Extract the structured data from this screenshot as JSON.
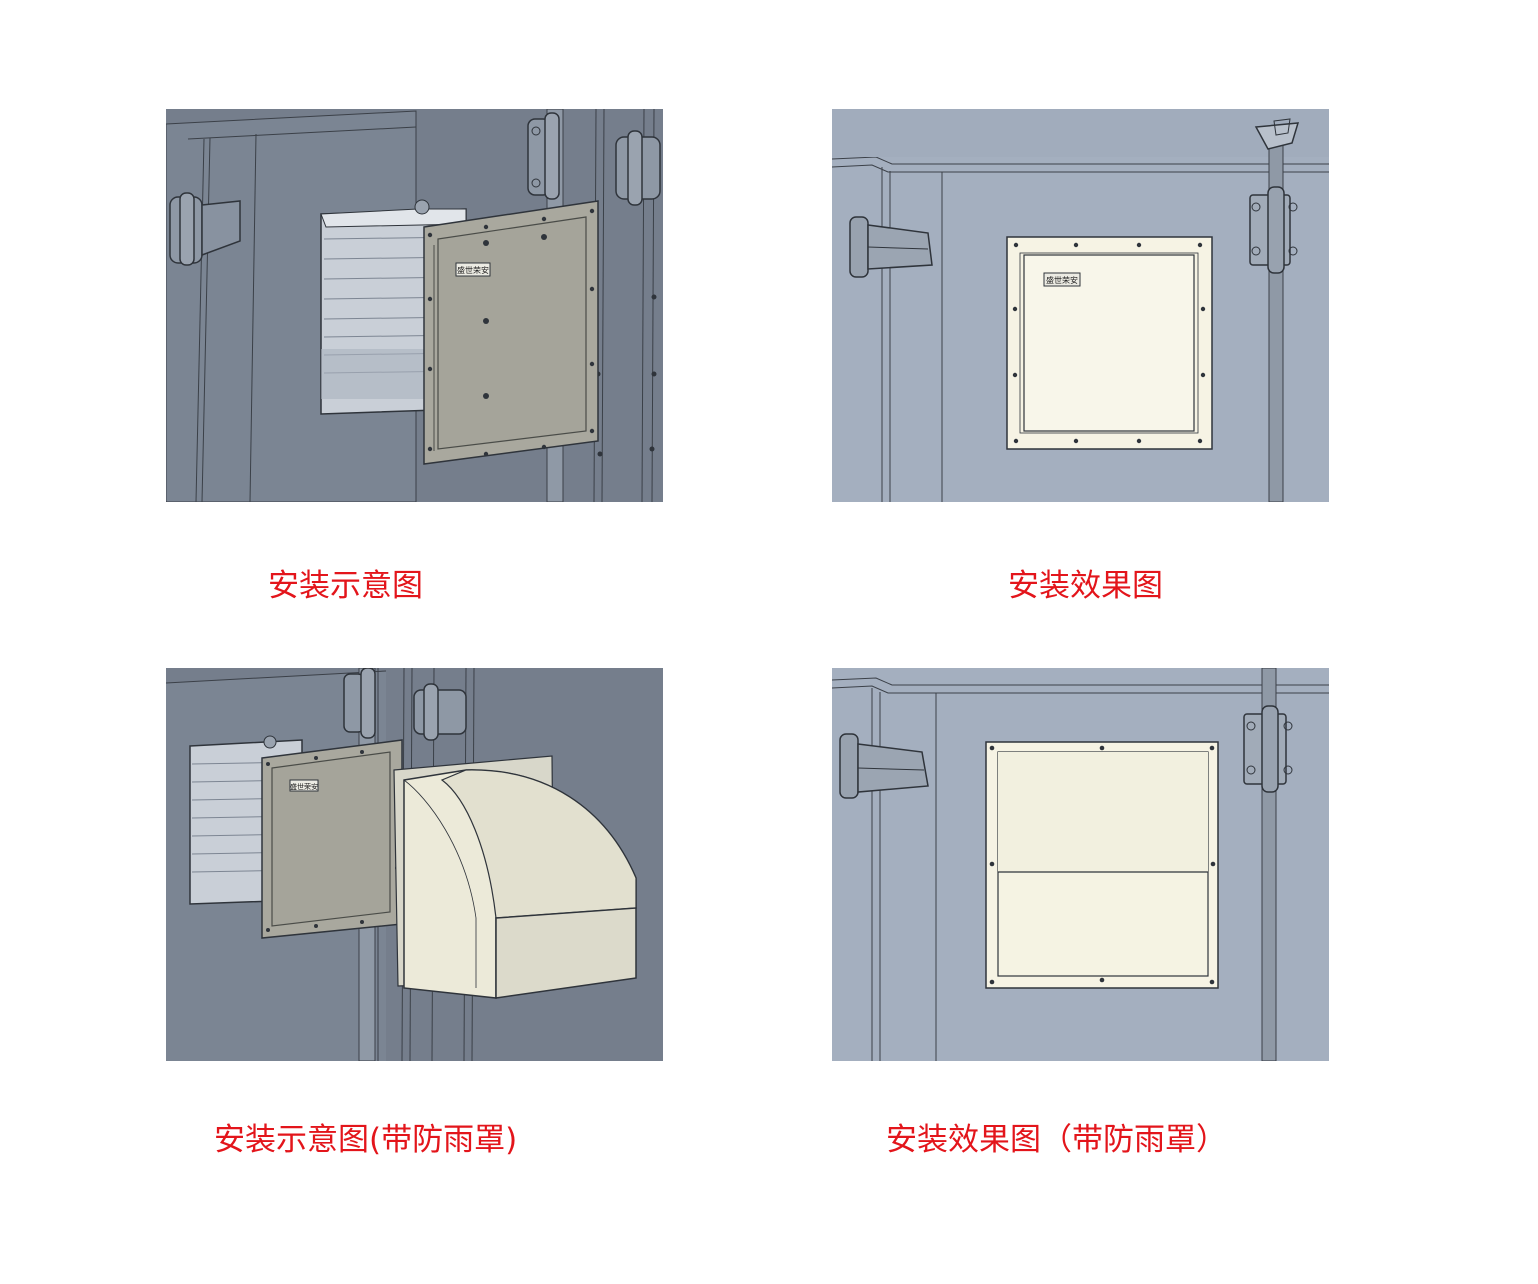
{
  "colors": {
    "caption_red": "#e3151b",
    "dark_wall": "#767f8d",
    "light_wall": "#a4afbf",
    "cream_panel": "#f6f3e4",
    "metal_grey": "#a7a69c"
  },
  "panels": [
    {
      "id": "install-diagram",
      "caption": "安装示意图",
      "plate_label": "盛世荣安"
    },
    {
      "id": "install-result",
      "caption": "安装效果图",
      "plate_label": "盛世荣安"
    },
    {
      "id": "install-diagram-rain-hood",
      "caption": "安装示意图(带防雨罩)",
      "plate_label": "盛世荣安"
    },
    {
      "id": "install-result-rain-hood",
      "caption": "安装效果图（带防雨罩）"
    }
  ]
}
